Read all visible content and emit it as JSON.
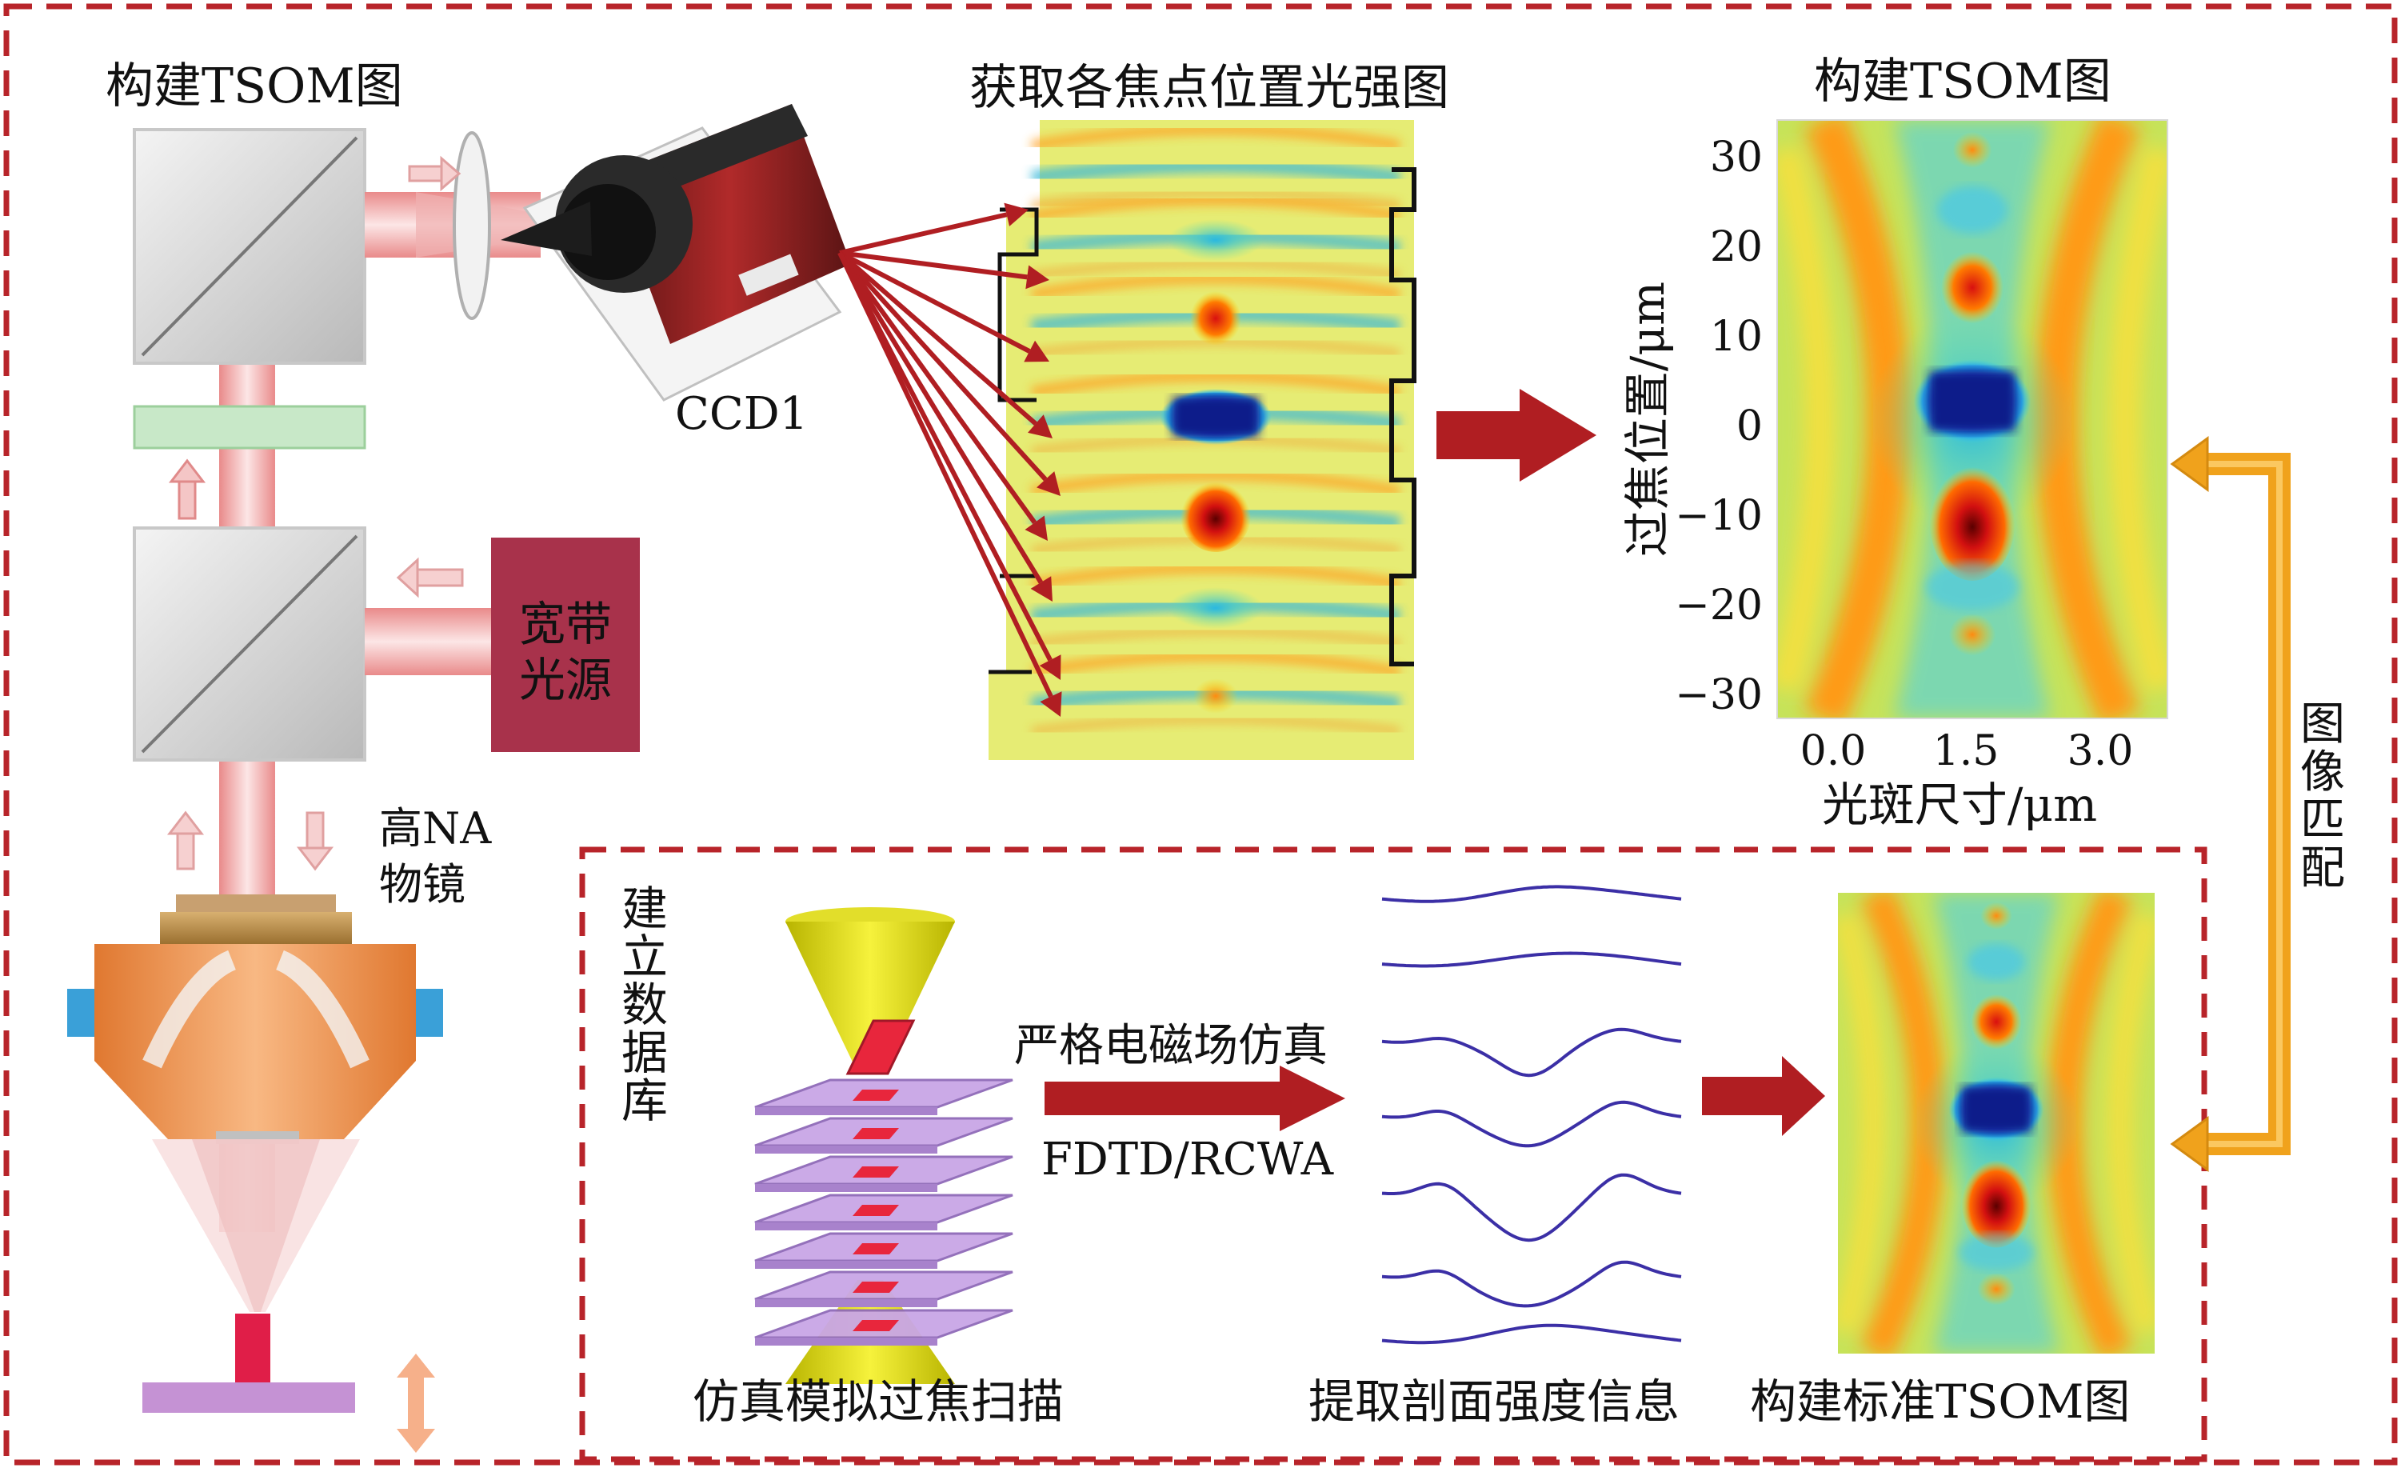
{
  "labels": {
    "left_title": "构建TSOM图",
    "ccd": "CCD1",
    "focus_title": "获取各焦点位置光强图",
    "right_title": "构建TSOM图",
    "light_source_line1": "宽带",
    "light_source_line2": "光源",
    "objective_line1": "高NA",
    "objective_line2": "物镜",
    "database_chars": [
      "建",
      "立",
      "数",
      "据",
      "库"
    ],
    "simulation_label": "严格电磁场仿真",
    "method_label": "FDTD/RCWA",
    "scan_caption": "仿真模拟过焦扫描",
    "extract_caption": "提取剖面强度信息",
    "standard_caption": "构建标准TSOM图",
    "matching_chars": [
      "图",
      "像",
      "匹",
      "配"
    ]
  },
  "tsom_plot": {
    "ylabel": "过焦位置/μm",
    "xlabel": "光斑尺寸/μm",
    "y_ticks": [
      "30",
      "20",
      "10",
      "0",
      "−10",
      "−20",
      "−30"
    ],
    "x_ticks": [
      "0.0",
      "1.5",
      "3.0"
    ]
  },
  "colors": {
    "frame_dash": "#b8242a",
    "arrow_red": "#b01e22",
    "arrow_orange": "#f0a21c",
    "source_box": "#a8324b",
    "profile_line": "#3b2fa6",
    "stack_purple": "#c9a6e6"
  }
}
